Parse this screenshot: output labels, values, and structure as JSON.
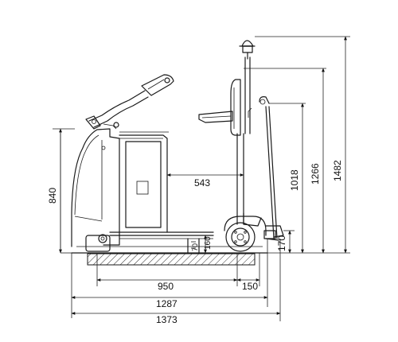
{
  "dimensions": {
    "length_total": "1373",
    "length_chassis": "1287",
    "wheelbase": "950",
    "rear_overhang": "150",
    "seat_to_mast": "543",
    "height_chassis": "840",
    "height_platform": "1018",
    "height_backrest": "1266",
    "height_beacon": "1482",
    "height_hitch": "170",
    "ground_clearance": "160",
    "deck_height": "70"
  },
  "colors": {
    "line": "#1a1a1a",
    "background": "#ffffff",
    "hatch": "#1a1a1a"
  }
}
